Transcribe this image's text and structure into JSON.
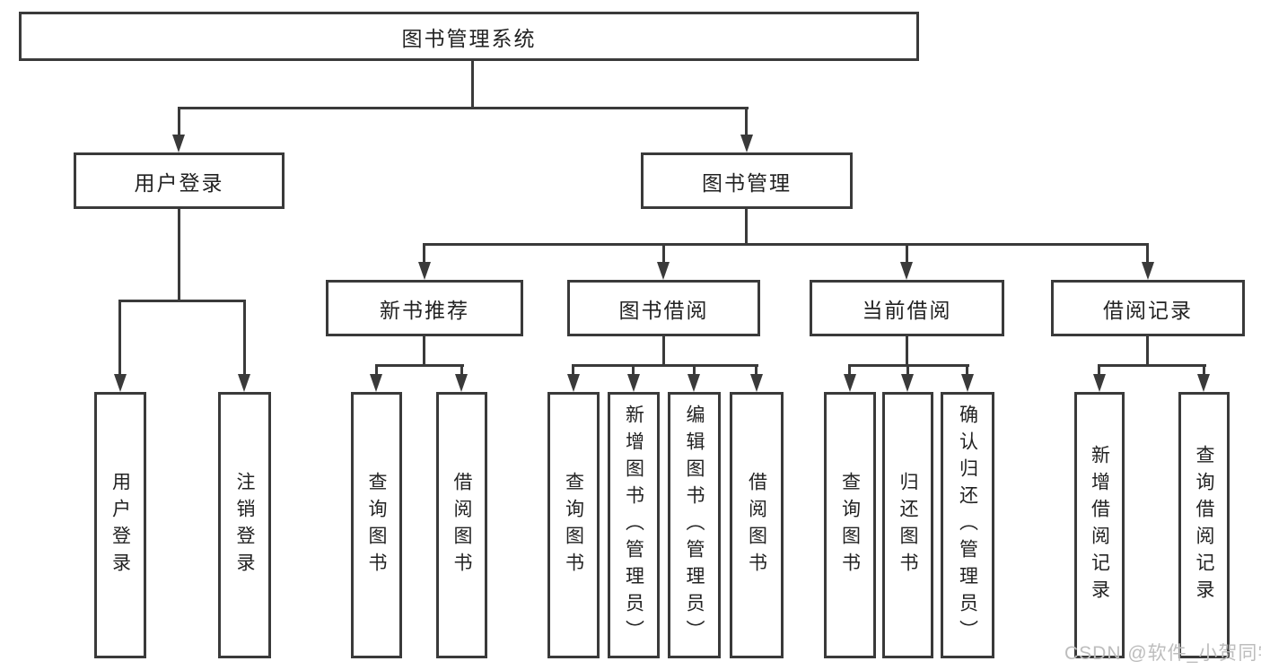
{
  "diagram": {
    "type": "tree",
    "title": "图书管理系统",
    "nodes": {
      "root": "图书管理系统",
      "user_login": "用户登录",
      "book_mgmt": "图书管理",
      "new_book_rec": "新书推荐",
      "book_borrow": "图书借阅",
      "current_borrow": "当前借阅",
      "borrow_records": "借阅记录",
      "leaf_user_login": "用户登录",
      "leaf_logout": "注销登录",
      "leaf_nbr_query": "查询图书",
      "leaf_nbr_borrow": "借阅图书",
      "leaf_bb_query": "查询图书",
      "leaf_bb_add": "新增图书（管理员）",
      "leaf_bb_edit": "编辑图书（管理员）",
      "leaf_bb_borrow": "借阅图书",
      "leaf_cb_query": "查询图书",
      "leaf_cb_return": "归还图书",
      "leaf_cb_confirm": "确认归还（管理员）",
      "leaf_br_add": "新增借阅记录",
      "leaf_br_query": "查询借阅记录"
    },
    "hierarchy": {
      "图书管理系统": {
        "用户登录": [
          "用户登录",
          "注销登录"
        ],
        "图书管理": {
          "新书推荐": [
            "查询图书",
            "借阅图书"
          ],
          "图书借阅": [
            "查询图书",
            "新增图书（管理员）",
            "编辑图书（管理员）",
            "借阅图书"
          ],
          "当前借阅": [
            "查询图书",
            "归还图书",
            "确认归还（管理员）"
          ],
          "借阅记录": [
            "新增借阅记录",
            "查询借阅记录"
          ]
        }
      }
    }
  },
  "watermark": "CSDN @软件_小贺同学",
  "colors": {
    "line": "#3a3a3a",
    "text": "#222222",
    "watermark": "#bdbdbd",
    "background": "#ffffff"
  }
}
